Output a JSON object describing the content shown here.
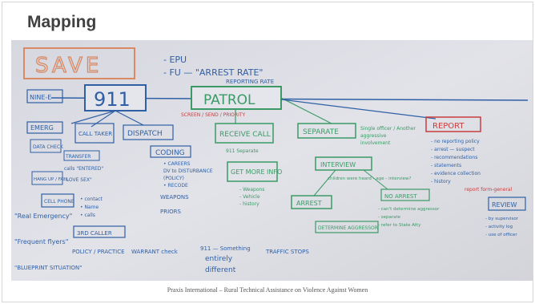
{
  "slide": {
    "title": "Mapping",
    "footer": "Praxis International – Rural Technical Assistance on Violence Against Women"
  },
  "whiteboard": {
    "save": "SAVE",
    "notes_top": [
      "- EPU",
      "- FU — \"ARREST RATE\"",
      "REPORTING RATE"
    ],
    "nine_e": "NINE-E",
    "node_911": "911",
    "node_patrol": "PATROL",
    "emerg": "EMERG",
    "call_taker": "CALL TAKER",
    "dispatch": "DISPATCH",
    "data_chk": "DATA CHECK",
    "transfer": "TRANSFER",
    "call_sub": "calls \"ENTERED\"",
    "love_sex": "\"LOVE SEX\"",
    "coding": "CODING",
    "coding_notes": [
      "• CAREERS",
      "DV to DISTURBANCE",
      "(POLICY)",
      "• RECODE"
    ],
    "screen": "SCREEN / SEND / PRIORITY",
    "receive_call": "RECEIVE CALL",
    "receive_sub": "911 Separate",
    "get_more": "GET MORE INFO",
    "get_more_notes": [
      "- Weapons",
      "- Vehicle",
      "- history"
    ],
    "separate": "SEPARATE",
    "separate_notes": [
      "Single officer / Another",
      "aggressive",
      "involvement"
    ],
    "interview": "INTERVIEW",
    "interview_sub": "children were heard - age - interview?",
    "arrest": "ARREST",
    "no_arrest": "NO ARREST",
    "no_arrest_notes": [
      "- can't determine aggressor",
      "- separate",
      "- refer to State Atty"
    ],
    "determine": "DETERMINE AGGRESSOR",
    "report": "REPORT",
    "report_notes": [
      "- no reporting policy",
      "- arrest — suspect",
      "- recommendations",
      "- statements",
      "- evidence collection",
      "- history"
    ],
    "report_red": "report form-general",
    "review": "REVIEW",
    "review_notes": [
      "- by supervisor",
      "- activity log",
      "- use of officer"
    ],
    "hang_up": "HANG UP / FALL",
    "cell_phone": "CELL PHONE",
    "cell_notes": [
      "• contact",
      "• Name",
      "• calls"
    ],
    "weapons": "WEAPONS",
    "priors": "PRIORS",
    "third": "3RD CALLER",
    "policy_practice": "POLICY / PRACTICE",
    "warrant": "WARRANT check",
    "left_notes": [
      "\"Real Emergency\"",
      "\"Frequent flyers\"",
      "\"BLUEPRINT SITUATION\""
    ],
    "bottom_notes": [
      "911 — Something",
      "entirely",
      "different"
    ],
    "traffic": "TRAFFIC STOPS"
  },
  "colors": {
    "blue_marker": "#2f5fa5",
    "green_marker": "#3b9a66",
    "red_marker": "#c73e3e",
    "orange_marker": "#d98a64",
    "board": "#dcdde4"
  }
}
